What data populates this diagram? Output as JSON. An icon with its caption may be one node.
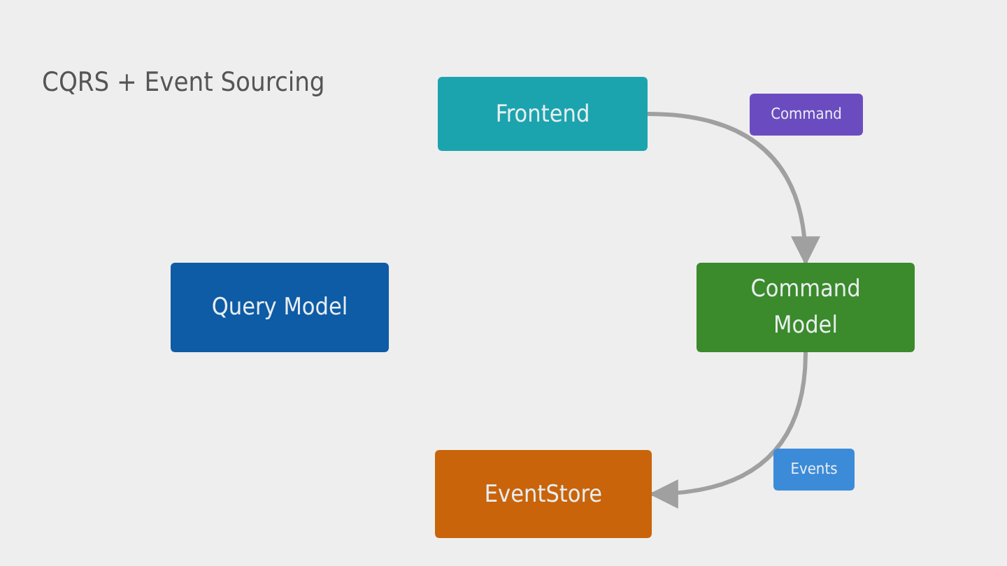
{
  "diagram": {
    "title": "CQRS + Event Sourcing",
    "nodes": [
      {
        "text": [
          "Frontend"
        ]
      },
      {
        "text": [
          "Command"
        ]
      },
      {
        "text": [
          "Query Model"
        ]
      },
      {
        "text": [
          "Command Model"
        ]
      },
      {
        "text": [
          "EventStore"
        ]
      },
      {
        "text": [
          "Events"
        ]
      }
    ],
    "edges": [
      {
        "from": 0,
        "to": 3,
        "arrow": "to"
      },
      {
        "from": 3,
        "to": 4,
        "arrow": "to"
      }
    ]
  }
}
